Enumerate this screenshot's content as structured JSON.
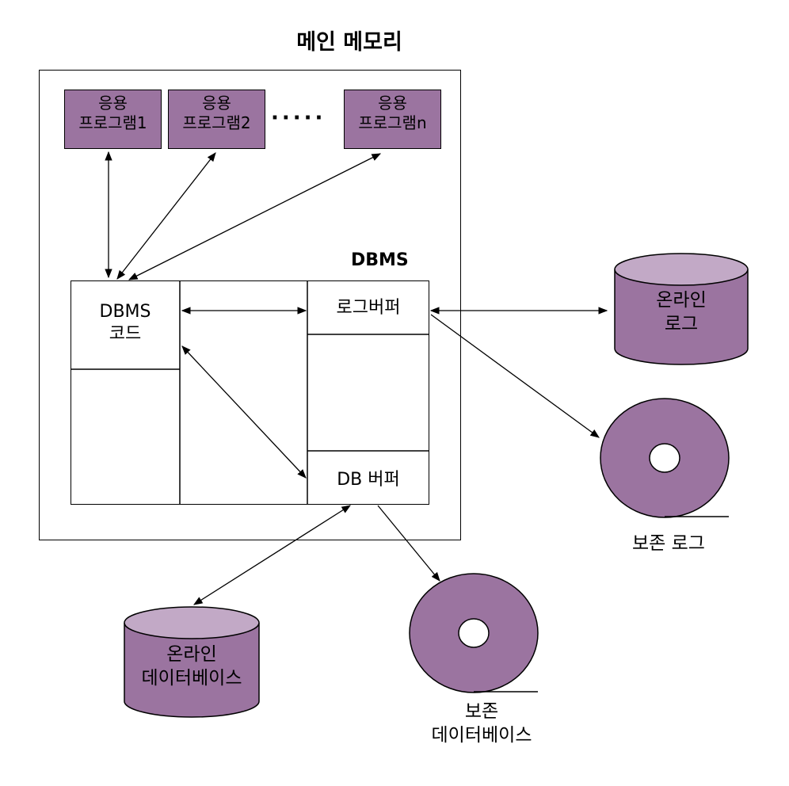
{
  "main_memory_label": "메인 메모리",
  "dbms_label": "DBMS",
  "apps": [
    {
      "line1": "응용",
      "line2": "프로그램1"
    },
    {
      "line1": "응용",
      "line2": "프로그램2"
    },
    {
      "line1": "응용",
      "line2": "프로그램n"
    }
  ],
  "ellipsis": "·····",
  "dbms_code": {
    "line1": "DBMS",
    "line2": "코드"
  },
  "log_buffer": "로그버퍼",
  "db_buffer": "DB 버퍼",
  "online_log": {
    "line1": "온라인",
    "line2": "로그"
  },
  "archive_log": "보존 로그",
  "online_db": {
    "line1": "온라인",
    "line2": "데이터베이스"
  },
  "archive_db": {
    "line1": "보존",
    "line2": "데이터베이스"
  },
  "colors": {
    "fill": "#9b74a0",
    "fill_light": "#c2a9c6",
    "line": "#000000"
  }
}
